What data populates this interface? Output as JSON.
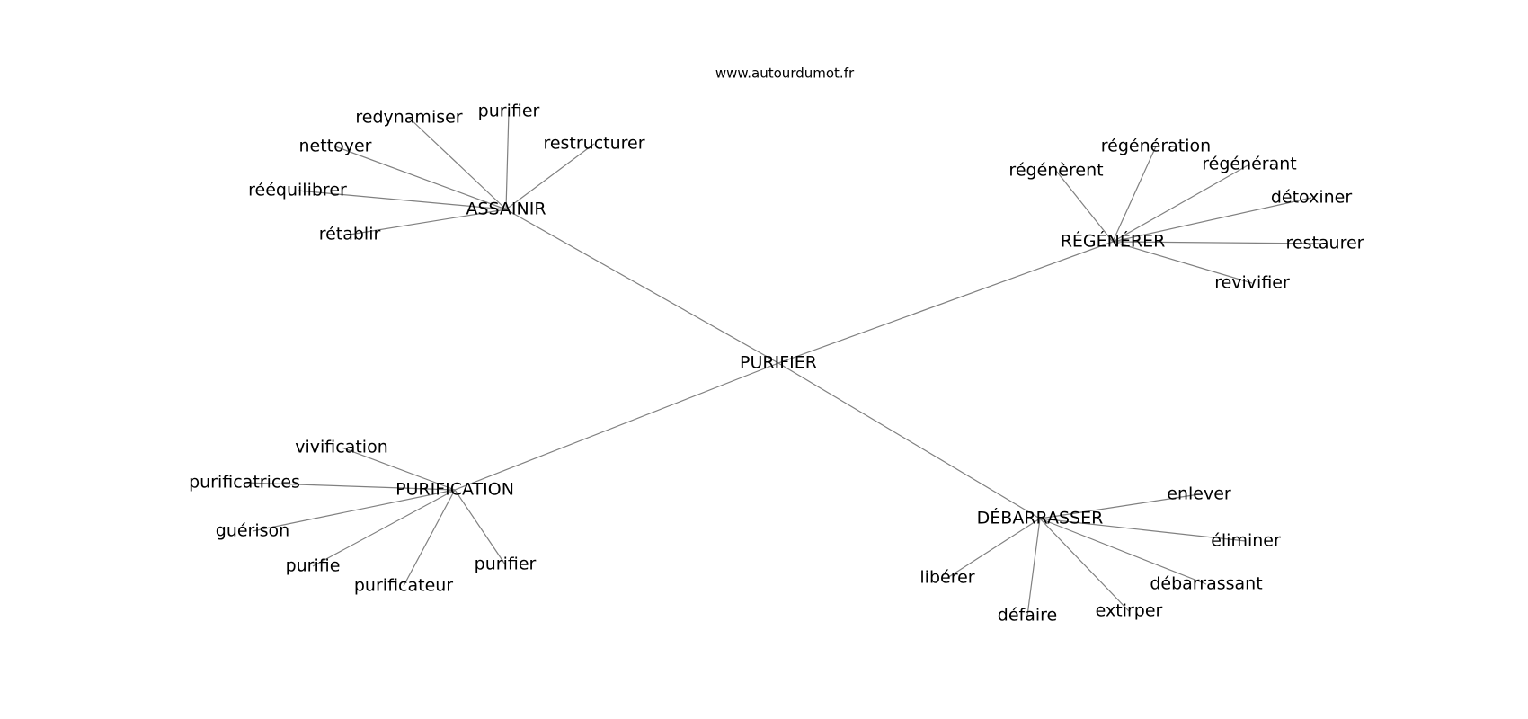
{
  "watermark": "www.autourdumot.fr",
  "center": "PURIFIER",
  "groups": [
    {
      "hub": "ASSAINIR",
      "words": [
        "redynamiser",
        "purifier",
        "restructurer",
        "nettoyer",
        "rééquilibrer",
        "rétablir"
      ]
    },
    {
      "hub": "RÉGÉNÉRER",
      "words": [
        "régénération",
        "régénèrent",
        "régénérant",
        "détoxiner",
        "restaurer",
        "revivifier"
      ]
    },
    {
      "hub": "PURIFICATION",
      "words": [
        "vivification",
        "purificatrices",
        "guérison",
        "purifie",
        "purificateur",
        "purifier"
      ]
    },
    {
      "hub": "DÉBARRASSER",
      "words": [
        "enlever",
        "éliminer",
        "débarrassant",
        "extirper",
        "défaire",
        "libérer"
      ]
    }
  ]
}
